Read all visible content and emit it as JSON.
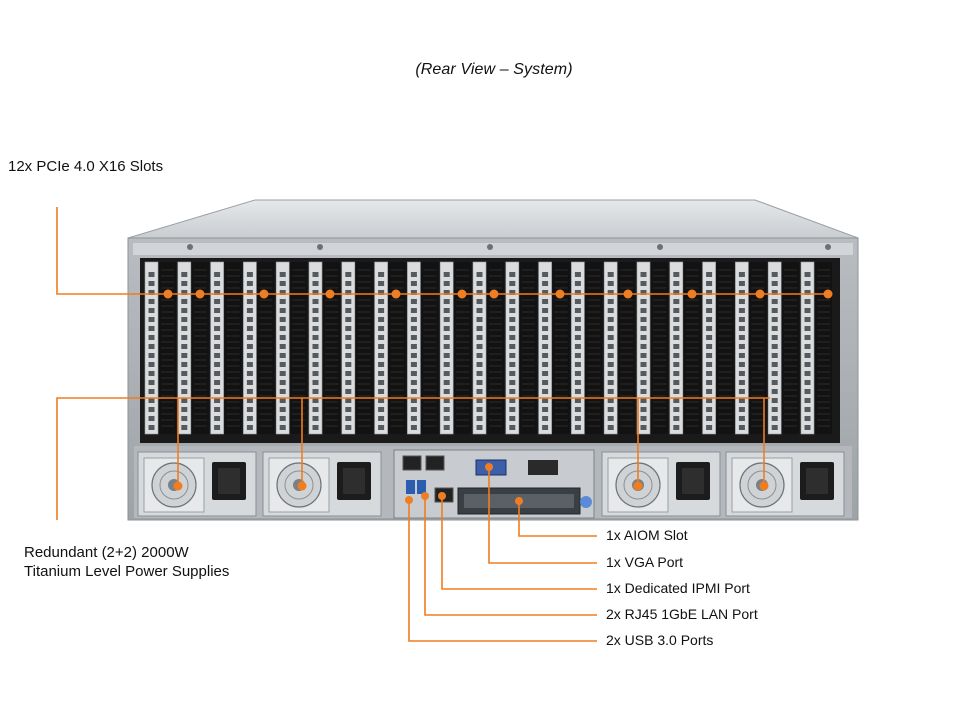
{
  "caption": "(Rear View – System)",
  "labels": {
    "pcie": "12x PCIe 4.0 X16 Slots",
    "psu_line1": "Redundant (2+2) 2000W",
    "psu_line2": "Titanium Level Power Supplies"
  },
  "callouts": [
    "1x AIOM Slot",
    "1x VGA Port",
    "1x Dedicated IPMI Port",
    "2x RJ45 1GbE LAN Port",
    "2x USB 3.0 Ports"
  ],
  "colors": {
    "accent": "#ef7d22",
    "chassis": "#cfd3d6",
    "slot_dark": "#111111",
    "bracket": "#d9d9d9"
  }
}
